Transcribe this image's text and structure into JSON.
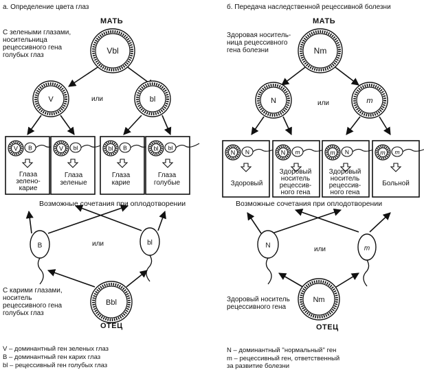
{
  "panel_a": {
    "title": "а. Определение цвета глаз",
    "mother_label": "МАТЬ",
    "mother_desc": "С зелеными глазами,\nноситель­ница\nрецессивного гена\nголубых глаз",
    "mother_genotype": "Vbl",
    "or_top": "или",
    "egg_left": "V",
    "egg_right": "bl",
    "boxes": [
      {
        "egg": "V",
        "sperm": "B",
        "label": "Глаза\nзелено-\nкарие"
      },
      {
        "egg": "V",
        "sperm": "bl",
        "label": "Глаза\nзеленые"
      },
      {
        "egg": "bl",
        "sperm": "B",
        "label": "Глаза\nкарие"
      },
      {
        "egg": "bl",
        "sperm": "bl",
        "label": "Глаза\nголубые"
      }
    ],
    "combinations": "Возможные сочетания при оплодотворении",
    "or_bottom": "или",
    "sperm_left": "B",
    "sperm_right": "bl",
    "father_desc": "С карими глазами,\nноситель\nрецессивного гена\nголубых  глаз",
    "father_genotype": "Bbl",
    "father_label": "ОТЕЦ",
    "legend": [
      "V – доминантный  ген зеленых глаз",
      "B – доминантный ген карих глаз",
      "bl – рецессивный ген голубых глаз"
    ]
  },
  "panel_b": {
    "title": "б. Передача наследственной рецессивной болезни",
    "mother_label": "МАТЬ",
    "mother_desc": "Здоровая носитель-\nница рецессивного\nгена болезни",
    "mother_genotype": "Nm",
    "or_top": "или",
    "egg_left": "N",
    "egg_right": "m",
    "boxes": [
      {
        "egg": "N",
        "sperm": "N",
        "label": "Здоровый"
      },
      {
        "egg": "N",
        "sperm": "m",
        "label": "Здоровый\nноситель\nрецессив-\nного гена"
      },
      {
        "egg": "m",
        "sperm": "N",
        "label": "Здоровый\nноситель\nрецессив-\nного гена"
      },
      {
        "egg": "m",
        "sperm": "m",
        "label": "Больной"
      }
    ],
    "combinations": "Возможные сочетания при оплодотворении",
    "or_bottom": "или",
    "sperm_left": "N",
    "sperm_right": "m",
    "father_desc": "Здоровый носитель\nрецессивного гена",
    "father_genotype": "Nm",
    "father_label": "ОТЕЦ",
    "legend": [
      "N – доминантный ''нормальный'' ген",
      "m – рецессивный ген, ответственный\n      за развитие болезни"
    ]
  }
}
